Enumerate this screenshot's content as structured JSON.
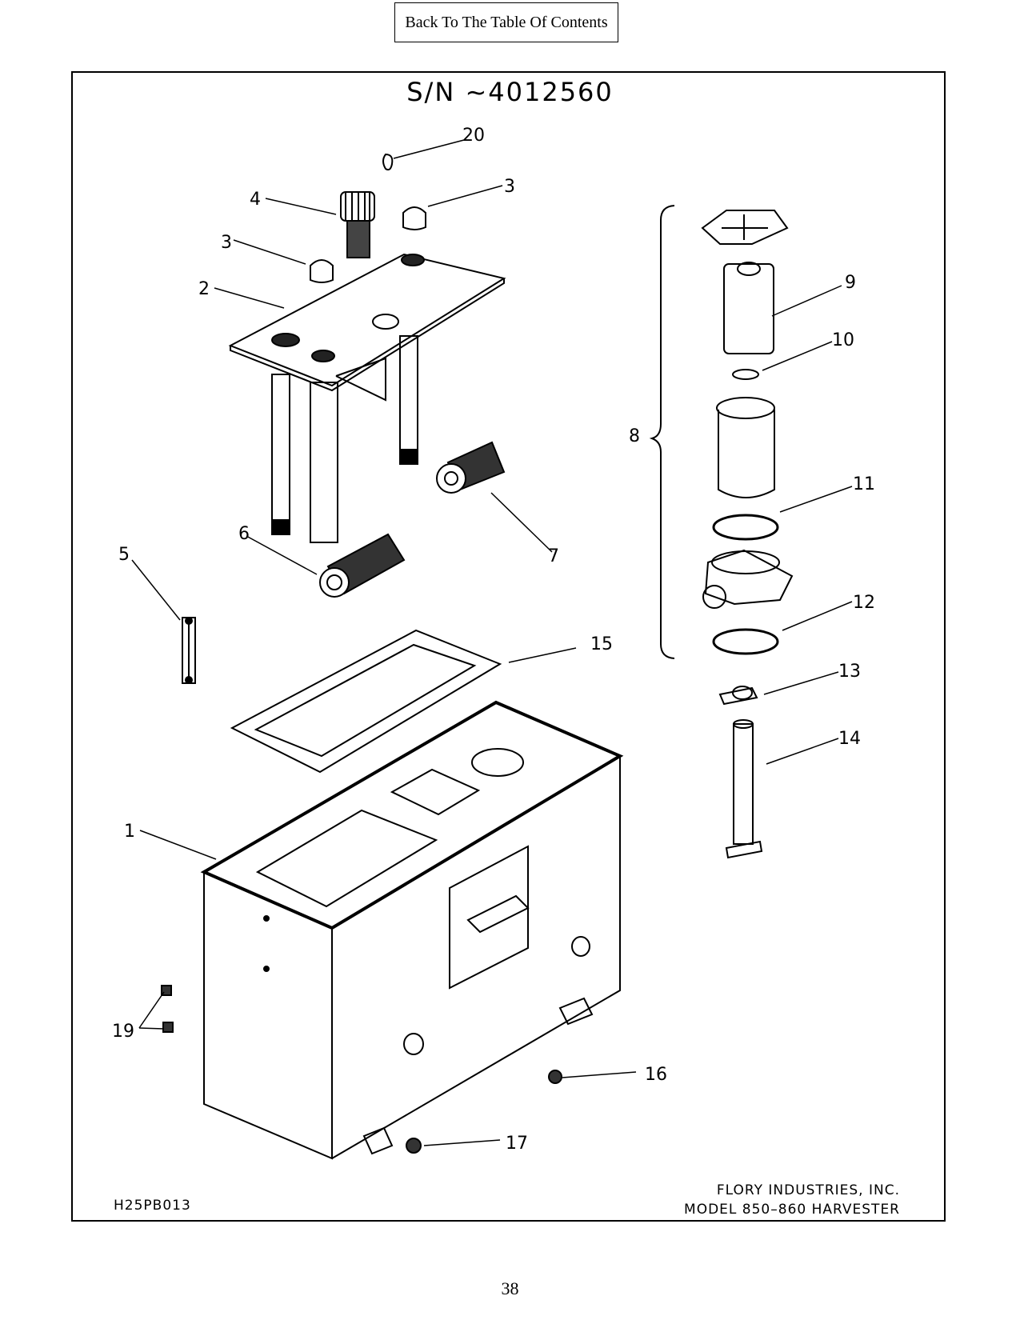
{
  "nav": {
    "back_label": "Back To The Table Of Contents"
  },
  "drawing": {
    "serial": "S/N ~4012560",
    "drawing_number": "H25PB013",
    "company": "FLORY INDUSTRIES, INC.",
    "model": "MODEL 850–860 HARVESTER",
    "callouts": [
      "1",
      "2",
      "3",
      "3",
      "4",
      "5",
      "6",
      "7",
      "8",
      "9",
      "10",
      "11",
      "12",
      "13",
      "14",
      "15",
      "16",
      "17",
      "19",
      "20"
    ]
  },
  "page": {
    "number": "38"
  }
}
